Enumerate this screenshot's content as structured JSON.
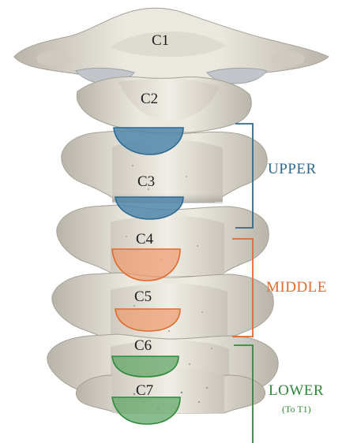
{
  "vertebrae": [
    {
      "id": "c1",
      "label": "C1"
    },
    {
      "id": "c2",
      "label": "C2"
    },
    {
      "id": "c3",
      "label": "C3"
    },
    {
      "id": "c4",
      "label": "C4"
    },
    {
      "id": "c5",
      "label": "C5"
    },
    {
      "id": "c6",
      "label": "C6"
    },
    {
      "id": "c7",
      "label": "C7"
    }
  ],
  "groups": {
    "upper": {
      "label": "UPPER",
      "color": "#2e6a91",
      "fill": "#4f86aa"
    },
    "middle": {
      "label": "MIDDLE",
      "color": "#e26a2c",
      "fill": "#ee9a6c"
    },
    "lower": {
      "label": "LOWER",
      "sublabel": "(To T1)",
      "color": "#2e8a3a",
      "fill": "#62a668"
    }
  },
  "colors": {
    "bone": "#e7e4dc",
    "bone_shadow": "#bdb8ad",
    "bone_dark": "#8e897f"
  }
}
